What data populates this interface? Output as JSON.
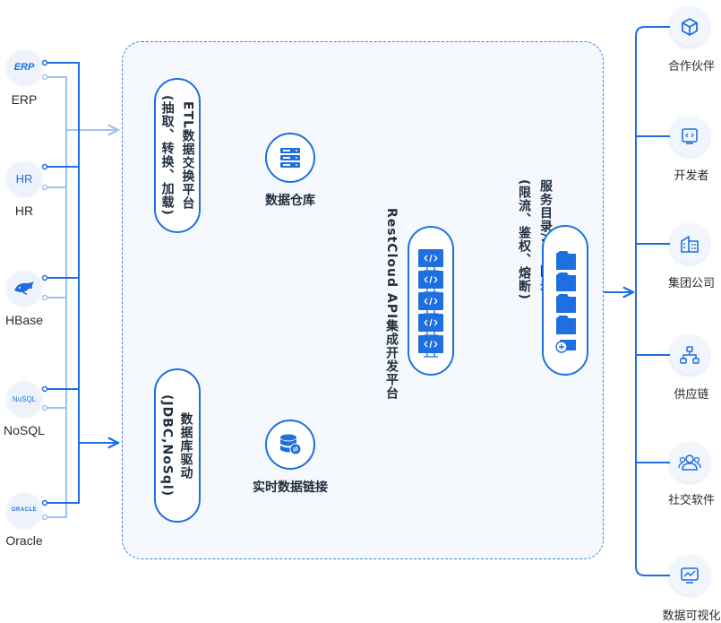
{
  "sources": [
    {
      "icon_text": "ERP",
      "label": "ERP",
      "icon": "erp-logo"
    },
    {
      "icon_text": "HR",
      "label": "HR",
      "icon": "hr-logo"
    },
    {
      "icon_text": "",
      "label": "HBase",
      "icon": "hbase-orca-icon"
    },
    {
      "icon_text": "NoSQL",
      "label": "NoSQL",
      "icon": "nosql-logo"
    },
    {
      "icon_text": "ORACLE",
      "label": "Oracle",
      "icon": "oracle-logo"
    }
  ],
  "etl_platform": {
    "title": "ETL数据交换平台",
    "subtitle": "(抽取、转换、加载)"
  },
  "db_driver": {
    "title": "数据库驱动",
    "subtitle": "(JDBC,NoSql)"
  },
  "data_warehouse": {
    "label": "数据仓库",
    "icon": "server-rack-icon"
  },
  "realtime_link": {
    "label": "实时数据链接",
    "icon": "database-sync-icon"
  },
  "restcloud": {
    "label": "RestCloud API集成开发平台",
    "icon": "api-code-stack-icon"
  },
  "api_gateway": {
    "title": "服务目录/API网关",
    "subtitle": "(限流、鉴权、熔断)",
    "icon": "api-folder-stack-icon"
  },
  "targets": [
    {
      "label": "合作伙伴",
      "icon": "cube-icon"
    },
    {
      "label": "开发者",
      "icon": "code-window-icon"
    },
    {
      "label": "集团公司",
      "icon": "building-icon"
    },
    {
      "label": "供应链",
      "icon": "hierarchy-icon"
    },
    {
      "label": "社交软件",
      "icon": "users-icon"
    },
    {
      "label": "数据可视化",
      "icon": "chart-monitor-icon"
    }
  ],
  "colors": {
    "primary": "#1e6fe0",
    "light_line": "#9cc3f2",
    "panel_border": "#3b82e6",
    "panel_bg": "#f5f9fe"
  }
}
